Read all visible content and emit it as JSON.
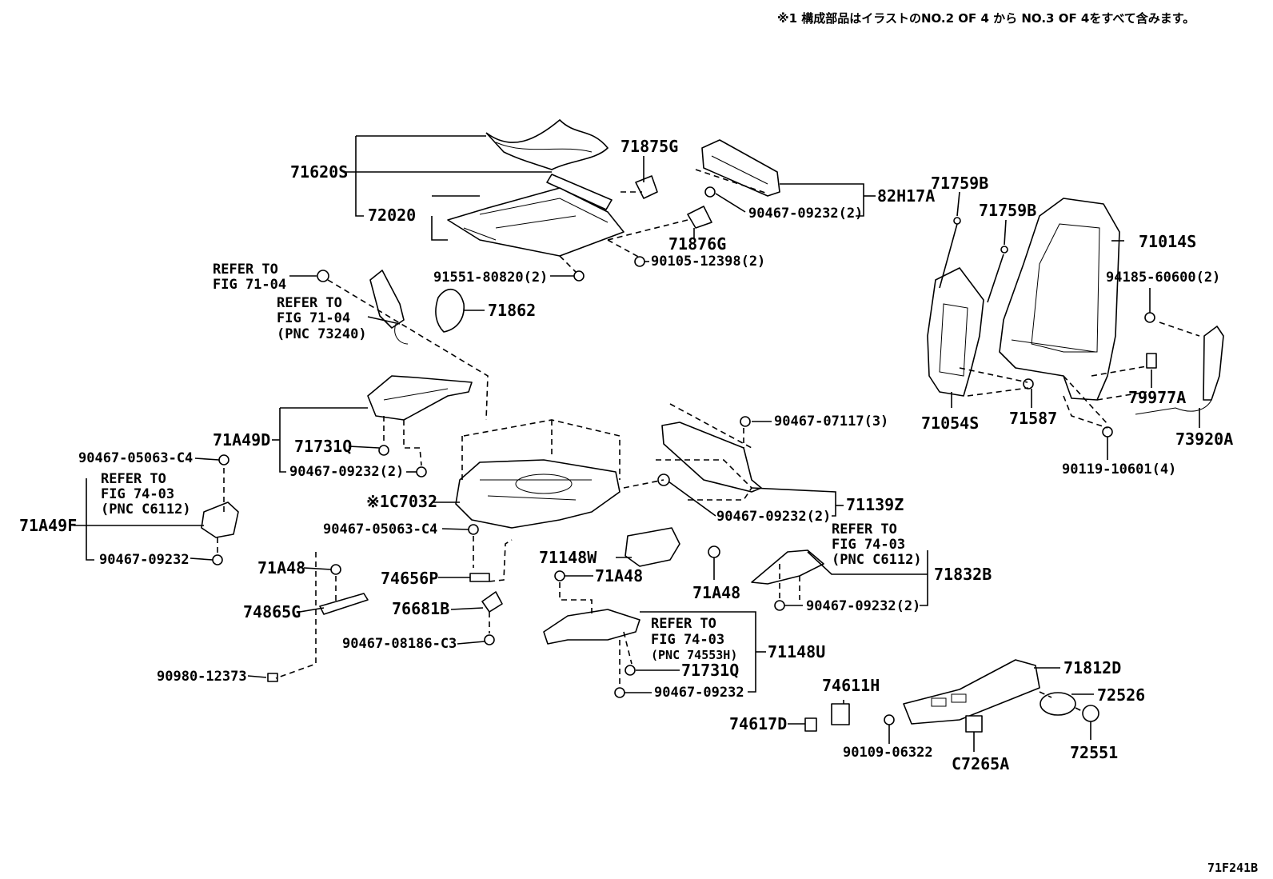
{
  "note": "※1 構成部品はイラストのNO.2 OF 4 から NO.3 OF 4をすべて含みます。",
  "figure_code": "71F241B",
  "callouts": {
    "p71620S": "71620S",
    "p72020": "72020",
    "p71875G": "71875G",
    "p82H17A": "82H17A",
    "p90467_09232_2a": "90467-09232(2)",
    "p71876G": "71876G",
    "p90105_12398": "90105-12398(2)",
    "p91551_80820": "91551-80820(2)",
    "p71862": "71862",
    "p71759B_a": "71759B",
    "p71759B_b": "71759B",
    "p71014S": "71014S",
    "p94185_60600": "94185-60600(2)",
    "p79977A": "79977A",
    "p71054S": "71054S",
    "p71587": "71587",
    "p73920A": "73920A",
    "p90119_10601": "90119-10601(4)",
    "p71A49D": "71A49D",
    "p71731Q_a": "71731Q",
    "p90467_09232_2b": "90467-09232(2)",
    "p90467_05063_C4_a": "90467-05063-C4",
    "p71A49F": "71A49F",
    "p90467_09232_a": "90467-09232",
    "p90467_07117": "90467-07117(3)",
    "pC7032": "※1C7032",
    "p90467_09232_2c": "90467-09232(2)",
    "p71139Z": "71139Z",
    "p90467_05063_C4_b": "90467-05063-C4",
    "p71148W": "71148W",
    "p71A48_a": "71A48",
    "p71A48_b": "71A48",
    "p71A48_c": "71A48",
    "p74656P": "74656P",
    "p74865G": "74865G",
    "p76681B": "76681B",
    "p90467_08186_C3": "90467-08186-C3",
    "p90980_12373": "90980-12373",
    "p71832B": "71832B",
    "p90467_09232_2d": "90467-09232(2)",
    "p71148U": "71148U",
    "p71731Q_b": "71731Q",
    "p90467_09232_b": "90467-09232",
    "p71812D": "71812D",
    "p72526": "72526",
    "p72551": "72551",
    "p74611H": "74611H",
    "p74617D": "74617D",
    "p90109_06322": "90109-06322",
    "pC7265A": "C7265A"
  },
  "refs": {
    "r1_l1": "REFER TO",
    "r1_l2": "FIG 71-04",
    "r2_l1": "REFER TO",
    "r2_l2": "FIG 71-04",
    "r2_l3": "(PNC 73240)",
    "r3_l1": "REFER TO",
    "r3_l2": "FIG 74-03",
    "r3_l3": "(PNC C6112)",
    "r4_l1": "REFER TO",
    "r4_l2": "FIG 74-03",
    "r4_l3": "(PNC C6112)",
    "r5_l1": "REFER TO",
    "r5_l2": "FIG 74-03",
    "r5_l3": "(PNC 74553H)"
  }
}
